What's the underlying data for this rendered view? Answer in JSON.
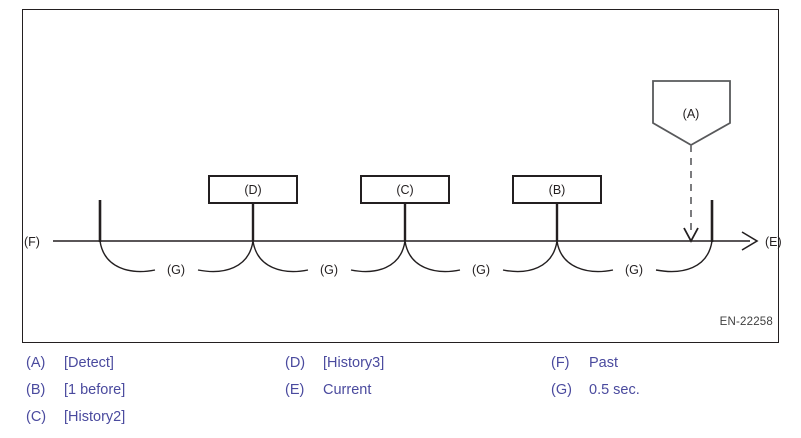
{
  "figure": {
    "id_code": "EN-22258",
    "axis": {
      "start_label": "(F)",
      "end_label": "(E)"
    },
    "callout": {
      "label": "(A)"
    },
    "event_boxes": [
      {
        "label": "(D)"
      },
      {
        "label": "(C)"
      },
      {
        "label": "(B)"
      }
    ],
    "interval_labels": [
      {
        "label": "(G)"
      },
      {
        "label": "(G)"
      },
      {
        "label": "(G)"
      },
      {
        "label": "(G)"
      }
    ]
  },
  "legend": {
    "columns": [
      {
        "items": [
          {
            "key": "(A)",
            "value": "[Detect]"
          },
          {
            "key": "(B)",
            "value": "[1 before]"
          },
          {
            "key": "(C)",
            "value": "[History2]"
          }
        ]
      },
      {
        "items": [
          {
            "key": "(D)",
            "value": "[History3]"
          },
          {
            "key": "(E)",
            "value": "Current"
          }
        ]
      },
      {
        "items": [
          {
            "key": "(F)",
            "value": "Past"
          },
          {
            "key": "(G)",
            "value": "0.5 sec."
          }
        ]
      }
    ]
  }
}
